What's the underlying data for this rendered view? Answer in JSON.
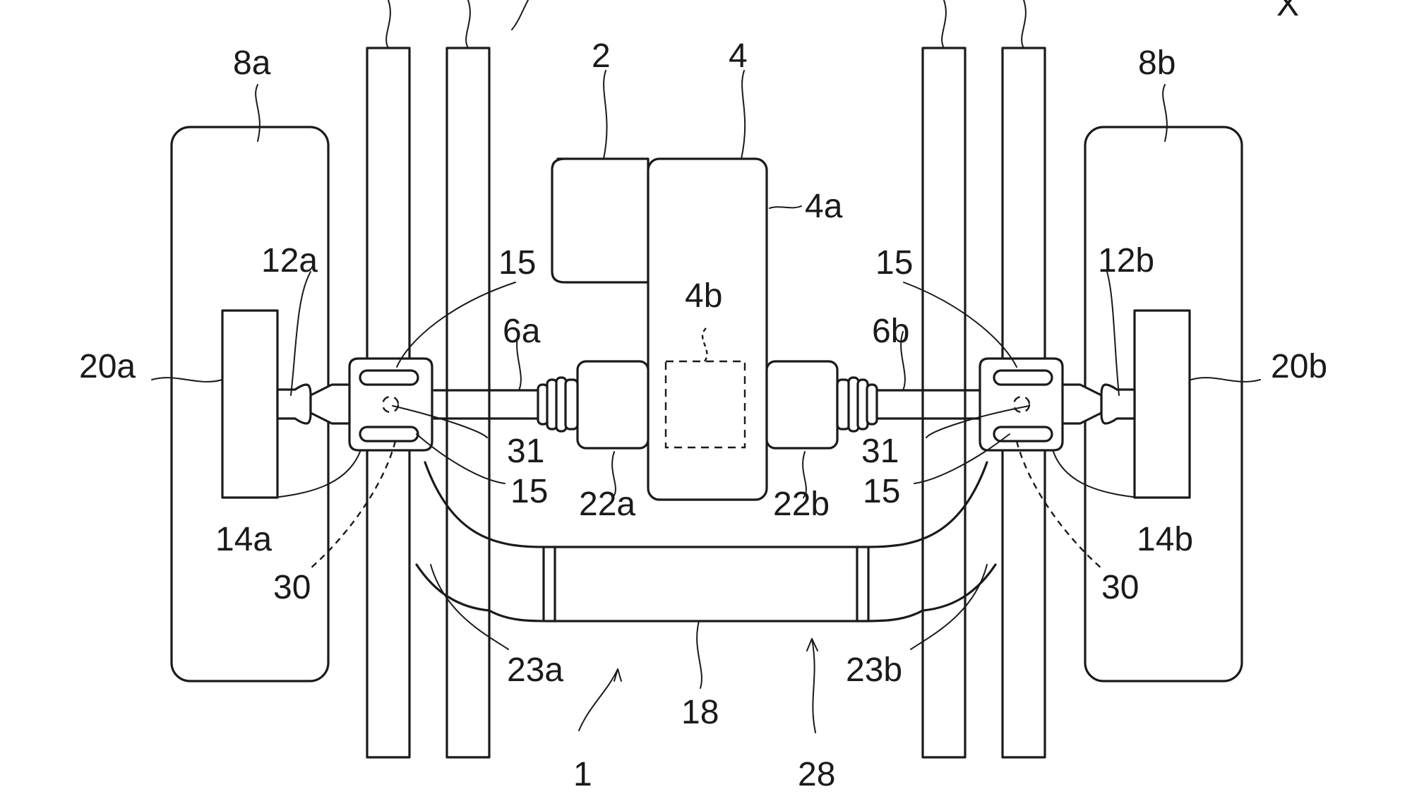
{
  "figure": {
    "labels": {
      "n1": "1",
      "n2": "2",
      "n4": "4",
      "n4a": "4a",
      "n4b": "4b",
      "n6a": "6a",
      "n6b": "6b",
      "n8a": "8a",
      "n8b": "8b",
      "n12a": "12a",
      "n12b": "12b",
      "n14a": "14a",
      "n14b": "14b",
      "n15_left_top": "15",
      "n15_left_bottom": "15",
      "n15_right_top": "15",
      "n15_right_bottom": "15",
      "n18": "18",
      "n20a": "20a",
      "n20b": "20b",
      "n22a": "22a",
      "n22b": "22b",
      "n23a": "23a",
      "n23b": "23b",
      "n28": "28",
      "n30_left": "30",
      "n30_right": "30",
      "n31_left": "31",
      "n31_right": "31",
      "axis_x": "X"
    }
  }
}
